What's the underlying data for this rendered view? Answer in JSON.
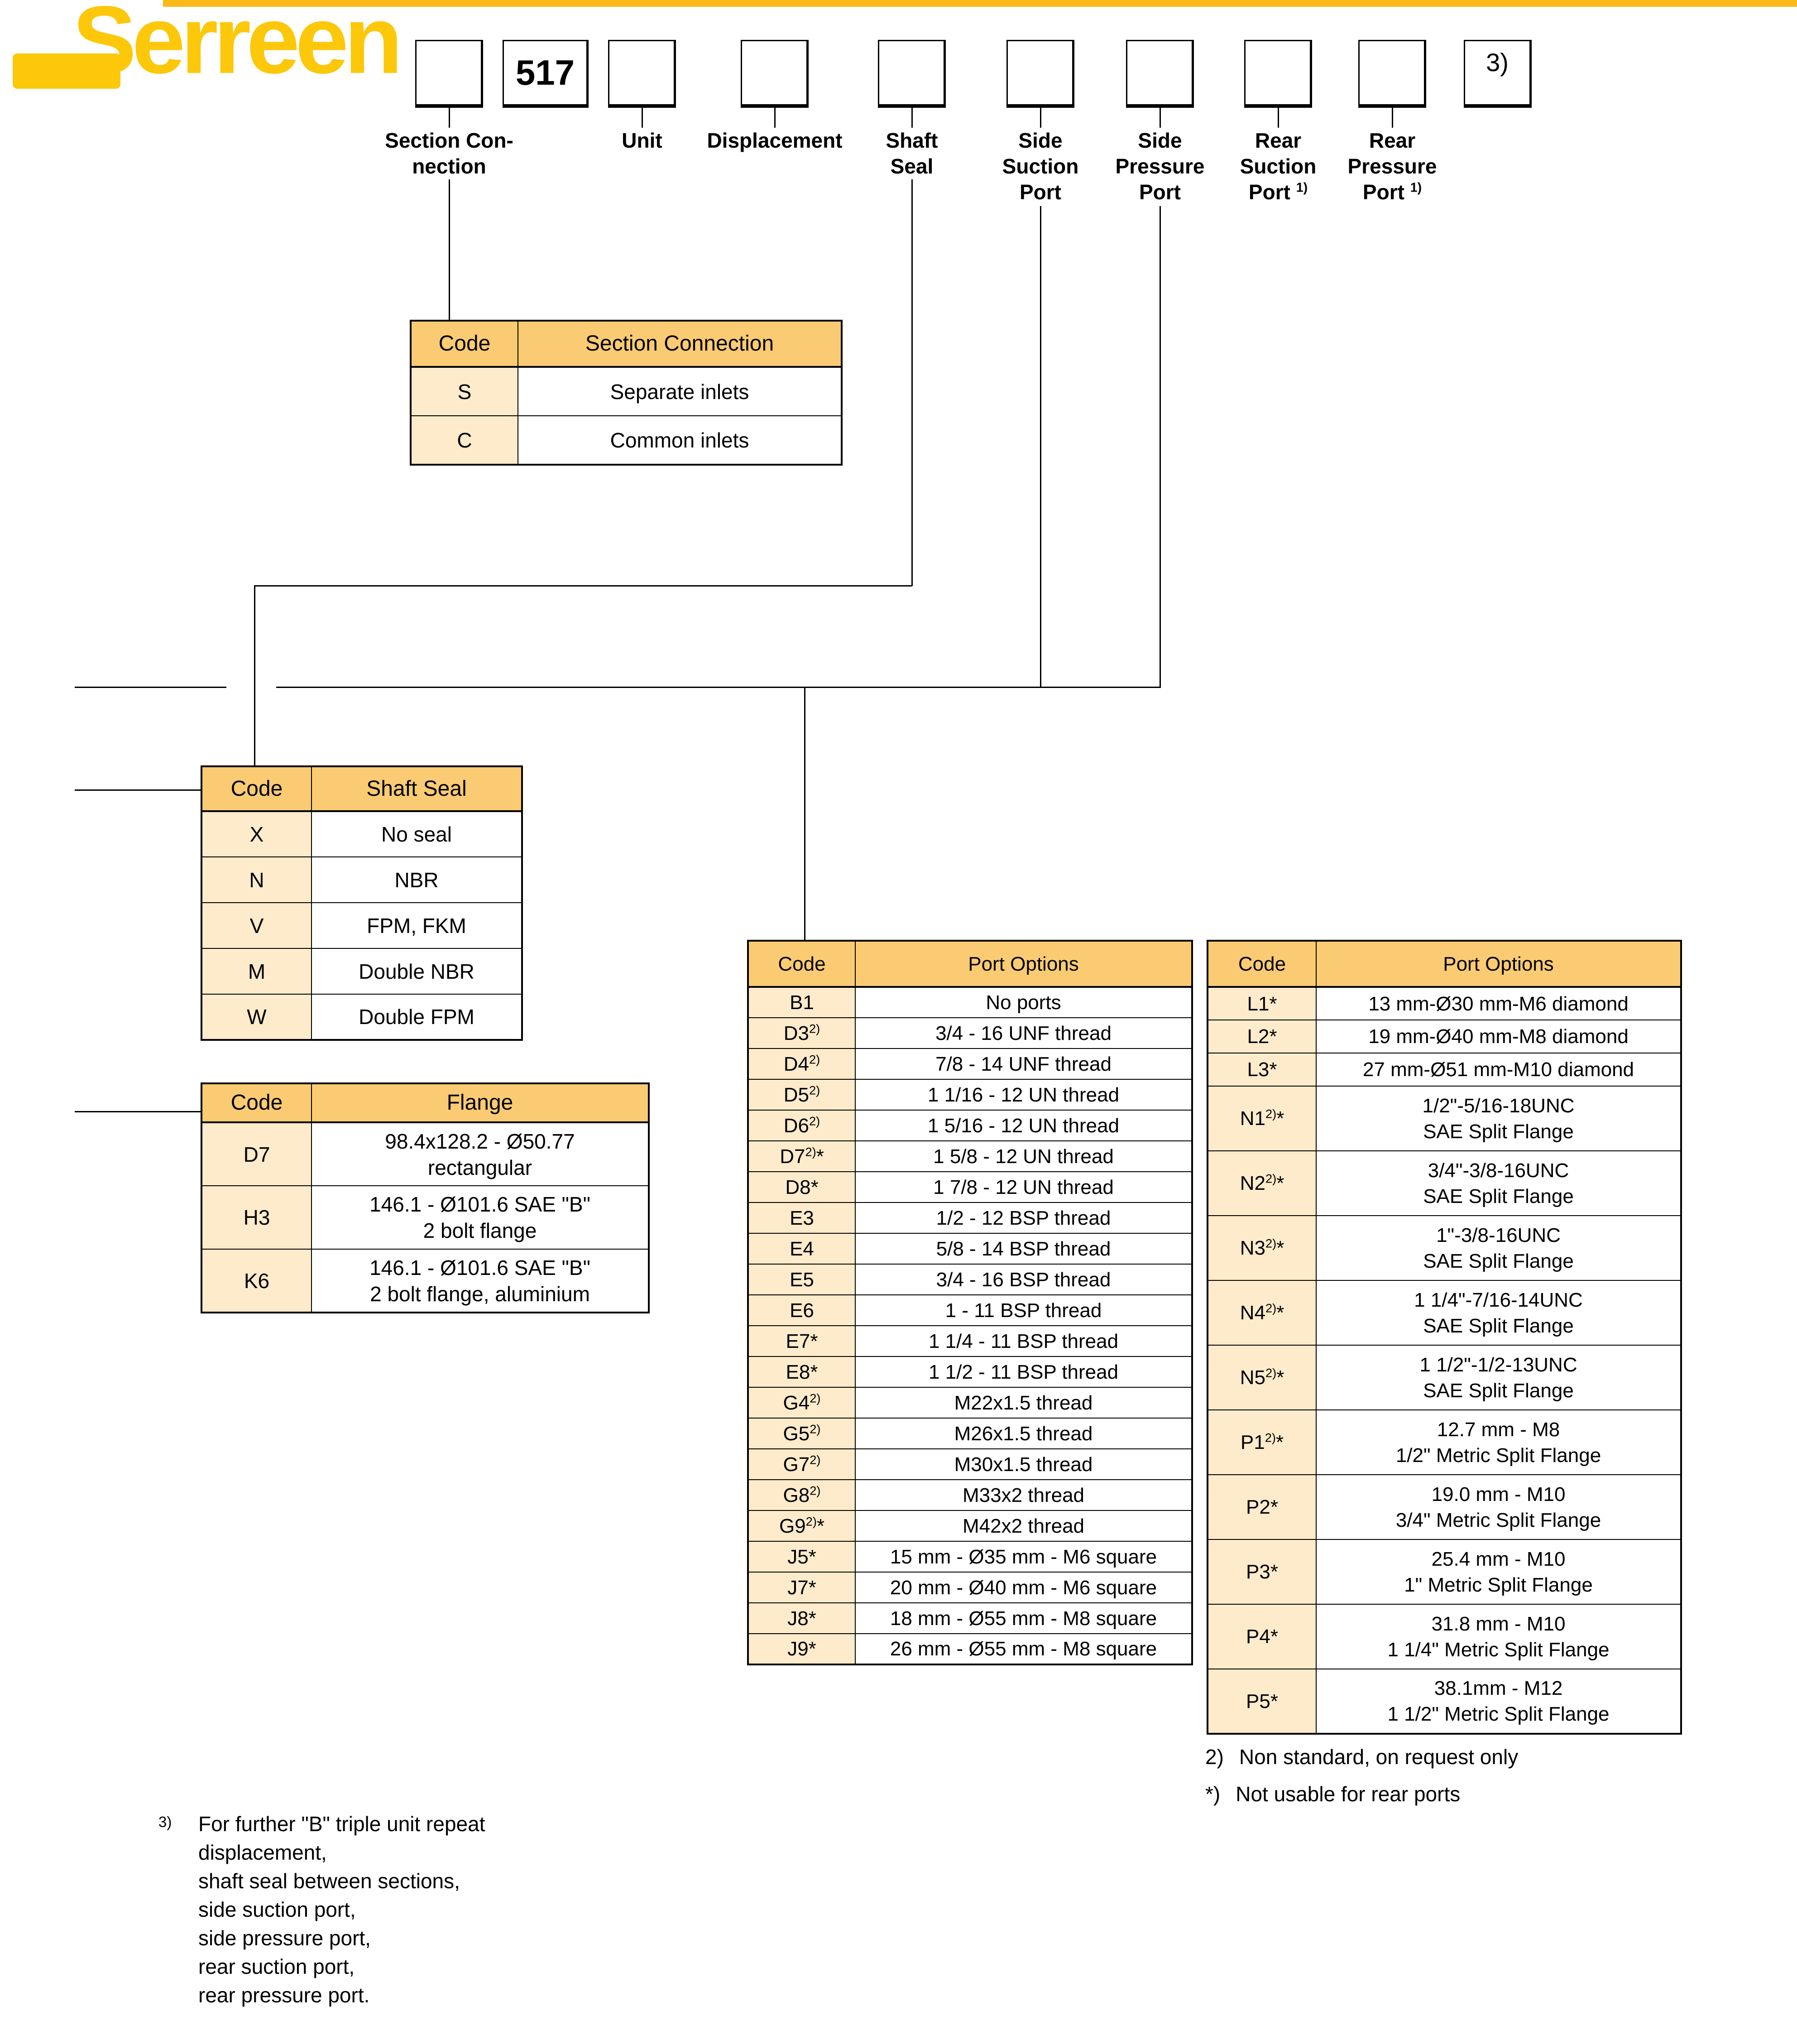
{
  "page": {
    "background": "#FFFFFF",
    "accent_bar_color": "#F9B919"
  },
  "brand": {
    "logo_text": "Serreen",
    "logo_color": "#FDC70A"
  },
  "colors": {
    "table_header_bg": "#FACB72",
    "code_cell_bg": "#FDEBCB",
    "line_color": "#000000"
  },
  "code_boxes": [
    {
      "id": "section-connection",
      "value": "",
      "label_lines": [
        "Section Con-",
        "nection"
      ],
      "label_sup": ""
    },
    {
      "id": "series",
      "value": "517",
      "label_lines": [],
      "label_sup": ""
    },
    {
      "id": "unit",
      "value": "",
      "label_lines": [
        "Unit"
      ],
      "label_sup": ""
    },
    {
      "id": "displacement",
      "value": "",
      "label_lines": [
        "Displacement"
      ],
      "label_sup": ""
    },
    {
      "id": "shaft-seal",
      "value": "",
      "label_lines": [
        "Shaft",
        "Seal"
      ],
      "label_sup": ""
    },
    {
      "id": "side-suction-port",
      "value": "",
      "label_lines": [
        "Side",
        "Suction",
        "Port"
      ],
      "label_sup": ""
    },
    {
      "id": "side-pressure-port",
      "value": "",
      "label_lines": [
        "Side",
        "Pressure",
        "Port"
      ],
      "label_sup": ""
    },
    {
      "id": "rear-suction-port",
      "value": "",
      "label_lines": [
        "Rear",
        "Suction",
        "Port"
      ],
      "label_sup": "1)"
    },
    {
      "id": "rear-pressure-port",
      "value": "",
      "label_lines": [
        "Rear",
        "Pressure",
        "Port"
      ],
      "label_sup": "1)"
    },
    {
      "id": "triple-unit-note",
      "value": "3)",
      "label_lines": [],
      "label_sup": ""
    }
  ],
  "tables": {
    "section_connection": {
      "headers": [
        "Code",
        "Section Connection"
      ],
      "rows": [
        {
          "code": "S",
          "sup": "",
          "post": "",
          "lines": [
            "Separate inlets"
          ]
        },
        {
          "code": "C",
          "sup": "",
          "post": "",
          "lines": [
            "Common inlets"
          ]
        }
      ]
    },
    "shaft_seal": {
      "headers": [
        "Code",
        "Shaft Seal"
      ],
      "rows": [
        {
          "code": "X",
          "sup": "",
          "post": "",
          "lines": [
            "No seal"
          ]
        },
        {
          "code": "N",
          "sup": "",
          "post": "",
          "lines": [
            "NBR"
          ]
        },
        {
          "code": "V",
          "sup": "",
          "post": "",
          "lines": [
            "FPM, FKM"
          ]
        },
        {
          "code": "M",
          "sup": "",
          "post": "",
          "lines": [
            "Double NBR"
          ]
        },
        {
          "code": "W",
          "sup": "",
          "post": "",
          "lines": [
            "Double FPM"
          ]
        }
      ]
    },
    "flange": {
      "headers": [
        "Code",
        "Flange"
      ],
      "rows": [
        {
          "code": "D7",
          "sup": "",
          "post": "",
          "lines": [
            "98.4x128.2 - Ø50.77",
            "rectangular"
          ]
        },
        {
          "code": "H3",
          "sup": "",
          "post": "",
          "lines": [
            "146.1 - Ø101.6 SAE \"B\"",
            "2 bolt flange"
          ]
        },
        {
          "code": "K6",
          "sup": "",
          "post": "",
          "lines": [
            "146.1 - Ø101.6 SAE \"B\"",
            "2 bolt flange, aluminium"
          ]
        }
      ]
    },
    "port_options_left": {
      "headers": [
        "Code",
        "Port Options"
      ],
      "rows": [
        {
          "code": "B1",
          "sup": "",
          "post": "",
          "lines": [
            "No ports"
          ]
        },
        {
          "code": "D3",
          "sup": "2)",
          "post": "",
          "lines": [
            "3/4 - 16 UNF thread"
          ]
        },
        {
          "code": "D4",
          "sup": "2)",
          "post": "",
          "lines": [
            "7/8 - 14 UNF thread"
          ]
        },
        {
          "code": "D5",
          "sup": "2)",
          "post": "",
          "lines": [
            "1 1/16 - 12 UN thread"
          ]
        },
        {
          "code": "D6",
          "sup": "2)",
          "post": "",
          "lines": [
            "1 5/16 - 12 UN thread"
          ]
        },
        {
          "code": "D7",
          "sup": "2)",
          "post": "*",
          "lines": [
            "1 5/8 - 12 UN thread"
          ]
        },
        {
          "code": "D8",
          "sup": "",
          "post": "*",
          "lines": [
            "1 7/8 - 12 UN thread"
          ]
        },
        {
          "code": "E3",
          "sup": "",
          "post": "",
          "lines": [
            "1/2 - 12 BSP thread"
          ]
        },
        {
          "code": "E4",
          "sup": "",
          "post": "",
          "lines": [
            "5/8 - 14 BSP thread"
          ]
        },
        {
          "code": "E5",
          "sup": "",
          "post": "",
          "lines": [
            "3/4 - 16 BSP thread"
          ]
        },
        {
          "code": "E6",
          "sup": "",
          "post": "",
          "lines": [
            "1 - 11 BSP thread"
          ]
        },
        {
          "code": "E7",
          "sup": "",
          "post": "*",
          "lines": [
            "1 1/4 - 11 BSP thread"
          ]
        },
        {
          "code": "E8",
          "sup": "",
          "post": "*",
          "lines": [
            "1 1/2 - 11 BSP thread"
          ]
        },
        {
          "code": "G4",
          "sup": "2)",
          "post": "",
          "lines": [
            "M22x1.5 thread"
          ]
        },
        {
          "code": "G5",
          "sup": "2)",
          "post": "",
          "lines": [
            "M26x1.5 thread"
          ]
        },
        {
          "code": "G7",
          "sup": "2)",
          "post": "",
          "lines": [
            "M30x1.5 thread"
          ]
        },
        {
          "code": "G8",
          "sup": "2)",
          "post": "",
          "lines": [
            "M33x2 thread"
          ]
        },
        {
          "code": "G9",
          "sup": "2)",
          "post": "*",
          "lines": [
            "M42x2 thread"
          ]
        },
        {
          "code": "J5",
          "sup": "",
          "post": "*",
          "lines": [
            "15 mm - Ø35 mm - M6 square"
          ]
        },
        {
          "code": "J7",
          "sup": "",
          "post": "*",
          "lines": [
            "20 mm - Ø40 mm - M6 square"
          ]
        },
        {
          "code": "J8",
          "sup": "",
          "post": "*",
          "lines": [
            "18 mm - Ø55 mm - M8 square"
          ]
        },
        {
          "code": "J9",
          "sup": "",
          "post": "*",
          "lines": [
            "26 mm - Ø55 mm - M8 square"
          ]
        }
      ]
    },
    "port_options_right": {
      "headers": [
        "Code",
        "Port Options"
      ],
      "rows": [
        {
          "code": "L1",
          "sup": "",
          "post": "*",
          "lines": [
            "13 mm-Ø30 mm-M6 diamond"
          ]
        },
        {
          "code": "L2",
          "sup": "",
          "post": "*",
          "lines": [
            "19 mm-Ø40 mm-M8 diamond"
          ]
        },
        {
          "code": "L3",
          "sup": "",
          "post": "*",
          "lines": [
            "27 mm-Ø51 mm-M10 diamond"
          ]
        },
        {
          "code": "N1",
          "sup": "2)",
          "post": "*",
          "lines": [
            "1/2\"-5/16-18UNC",
            "SAE Split Flange"
          ]
        },
        {
          "code": "N2",
          "sup": "2)",
          "post": "*",
          "lines": [
            "3/4\"-3/8-16UNC",
            "SAE Split Flange"
          ]
        },
        {
          "code": "N3",
          "sup": "2)",
          "post": "*",
          "lines": [
            "1\"-3/8-16UNC",
            "SAE Split Flange"
          ]
        },
        {
          "code": "N4",
          "sup": "2)",
          "post": "*",
          "lines": [
            "1 1/4\"-7/16-14UNC",
            "SAE Split Flange"
          ]
        },
        {
          "code": "N5",
          "sup": "2)",
          "post": "*",
          "lines": [
            "1 1/2\"-1/2-13UNC",
            "SAE Split Flange"
          ]
        },
        {
          "code": "P1",
          "sup": "2)",
          "post": "*",
          "lines": [
            "12.7 mm - M8",
            "1/2\" Metric Split Flange"
          ]
        },
        {
          "code": "P2",
          "sup": "",
          "post": "*",
          "lines": [
            "19.0 mm - M10",
            "3/4\" Metric Split Flange"
          ]
        },
        {
          "code": "P3",
          "sup": "",
          "post": "*",
          "lines": [
            "25.4 mm - M10",
            "1\" Metric Split Flange"
          ]
        },
        {
          "code": "P4",
          "sup": "",
          "post": "*",
          "lines": [
            "31.8 mm - M10",
            "1 1/4\" Metric Split Flange"
          ]
        },
        {
          "code": "P5",
          "sup": "",
          "post": "*",
          "lines": [
            "38.1mm - M12",
            "1 1/2\" Metric Split Flange"
          ]
        }
      ]
    }
  },
  "footnotes": {
    "note2": {
      "marker": "2)",
      "text": "Non standard, on request only"
    },
    "note_star": {
      "marker": "*)",
      "text": "Not usable for rear ports"
    },
    "note3": {
      "marker": "3)",
      "lines": [
        "For further \"B\" triple unit repeat",
        "displacement,",
        "shaft seal between sections,",
        "side suction port,",
        "side pressure port,",
        "rear suction port,",
        "rear pressure port."
      ]
    }
  }
}
